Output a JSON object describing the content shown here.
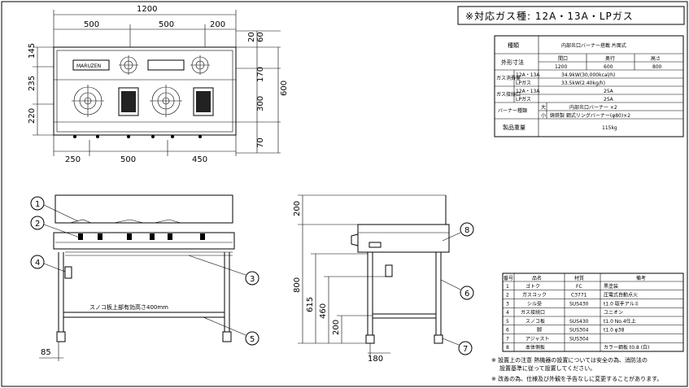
{
  "title": "※対応ガス種: 12A・13A・LPガス",
  "brand": "MARUZEN",
  "top_dims": {
    "overall_width": "1200",
    "w1": "500",
    "w2": "500",
    "w3": "200",
    "bottom_w1": "250",
    "bottom_w2": "500",
    "bottom_w3": "450",
    "left_h1": "145",
    "left_h2": "235",
    "left_h3": "220",
    "right_d1": "20",
    "right_d2": "60",
    "right_d3": "170",
    "right_d4": "300",
    "right_d5": "70",
    "depth": "600"
  },
  "spec_table": {
    "rows": [
      {
        "label": "種類",
        "value": "内部炎口バーナー搭載 片面式"
      },
      {
        "label": "外形寸法",
        "cols": [
          "間口",
          "奥行",
          "高さ"
        ],
        "values": [
          "1200",
          "600",
          "800"
        ]
      },
      {
        "label": "ガス消費量",
        "sub": [
          "12A・13A",
          "LPガス"
        ],
        "values": [
          "34.9kW(30,000kcal/h)",
          "33.5kW(2.40kg/h)"
        ]
      },
      {
        "label": "ガス接続口",
        "sub": [
          "12A・13A",
          "LPガス"
        ],
        "values": [
          "25A",
          "25A"
        ]
      },
      {
        "label": "バーナー種類",
        "sub": [
          "大",
          "小"
        ],
        "values": [
          "内部炎口バーナー ×2",
          "鋳鉄製 鋼式リングバーナー(φ80)×2"
        ]
      },
      {
        "label": "製品重量",
        "value": "115kg"
      }
    ]
  },
  "parts_header": [
    "番号",
    "品名",
    "材質",
    "備考"
  ],
  "parts": [
    {
      "no": "1",
      "name": "ゴトク",
      "material": "FC",
      "note": "黒塗装"
    },
    {
      "no": "2",
      "name": "ガスコック",
      "material": "C3771",
      "note": "圧電式自動点火"
    },
    {
      "no": "3",
      "name": "シル受",
      "material": "SUS430",
      "note": "t1.0 取手アルミ"
    },
    {
      "no": "4",
      "name": "ガス接続口",
      "material": "",
      "note": "ユニオン"
    },
    {
      "no": "5",
      "name": "スノコ板",
      "material": "SUS430",
      "note": "t1.0 No.4仕上"
    },
    {
      "no": "6",
      "name": "脚",
      "material": "SUS304",
      "note": "t1.0 φ38"
    },
    {
      "no": "7",
      "name": "アジャスト",
      "material": "SUS304",
      "note": ""
    },
    {
      "no": "8",
      "name": "本体側板",
      "material": "",
      "note": "カラー鋼板 t0.8 (白)"
    }
  ],
  "front_view": {
    "shelf_note": "スノコ板上部有効高さ400mm",
    "dim_85": "85",
    "callouts": [
      "1",
      "2",
      "3",
      "4",
      "5"
    ]
  },
  "side_view": {
    "dims": {
      "d200": "200",
      "d800": "800",
      "d615": "615",
      "d460": "460",
      "d200b": "200",
      "d180": "180"
    },
    "callouts": [
      "6",
      "7",
      "8"
    ]
  },
  "notes": [
    "※ 設置上の注意 熱機器の設置については安全の為、消防法の",
    "設置基準に従って設置してください。",
    "※ 改善の為、仕様及び外観を予告なしに変更することがあります。"
  ]
}
